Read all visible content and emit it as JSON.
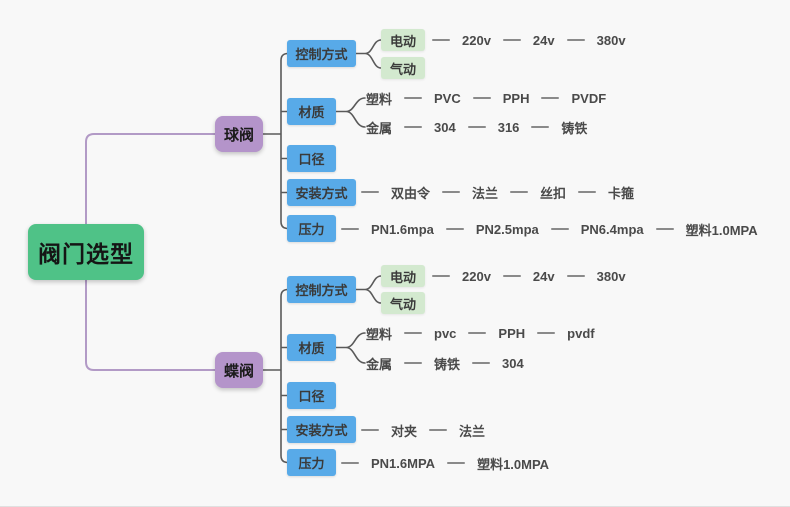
{
  "root": {
    "label": "阀门选型"
  },
  "branches": [
    {
      "label": "球阀",
      "categories": [
        {
          "label": "控制方式",
          "children": [
            {
              "label": "电动",
              "chain": [
                "220v",
                "24v",
                "380v"
              ]
            },
            {
              "label": "气动",
              "chain": []
            }
          ]
        },
        {
          "label": "材质",
          "children": [
            {
              "label": "塑料",
              "chain": [
                "PVC",
                "PPH",
                "PVDF"
              ]
            },
            {
              "label": "金属",
              "chain": [
                "304",
                "316",
                "铸铁"
              ]
            }
          ]
        },
        {
          "label": "口径",
          "children": []
        },
        {
          "label": "安装方式",
          "chain": [
            "双由令",
            "法兰",
            "丝扣",
            "卡箍"
          ]
        },
        {
          "label": "压力",
          "chain": [
            "PN1.6mpa",
            "PN2.5mpa",
            "PN6.4mpa",
            "塑料1.0MPA"
          ]
        }
      ]
    },
    {
      "label": "蝶阀",
      "categories": [
        {
          "label": "控制方式",
          "children": [
            {
              "label": "电动",
              "chain": [
                "220v",
                "24v",
                "380v"
              ]
            },
            {
              "label": "气动",
              "chain": []
            }
          ]
        },
        {
          "label": "材质",
          "children": [
            {
              "label": "塑料",
              "chain": [
                "pvc",
                "PPH",
                "pvdf"
              ]
            },
            {
              "label": "金属",
              "chain": [
                "铸铁",
                "304"
              ]
            }
          ]
        },
        {
          "label": "口径",
          "children": []
        },
        {
          "label": "安装方式",
          "chain": [
            "对夹",
            "法兰"
          ]
        },
        {
          "label": "压力",
          "chain": [
            "PN1.6MPA",
            "塑料1.0MPA"
          ]
        }
      ]
    }
  ],
  "colors": {
    "canvas_bg": "#f8f8f8",
    "root_bg": "#4fc287",
    "branch_bg": "#b494ca",
    "category_bg": "#58aae8",
    "sub_bg": "#d3e9cf",
    "branch_line": "#b29ac6",
    "tree_line": "#5a5a5a",
    "dash_line": "#8a8a8a",
    "leaf_text": "#4a4a4a"
  }
}
